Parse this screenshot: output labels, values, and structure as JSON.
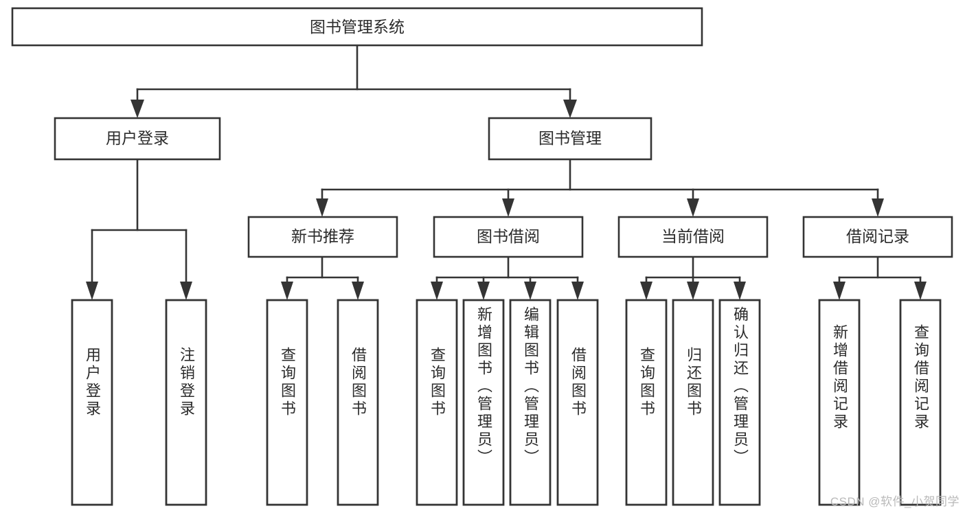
{
  "diagram": {
    "type": "tree-hierarchy",
    "title": "图书管理系统",
    "root": {
      "id": "root",
      "label": "图书管理系统",
      "orientation": "horizontal"
    },
    "level2": [
      {
        "id": "user-login",
        "label": "用户登录",
        "orientation": "horizontal"
      },
      {
        "id": "book-manage",
        "label": "图书管理",
        "orientation": "horizontal"
      }
    ],
    "level3": [
      {
        "id": "new-book-recommend",
        "label": "新书推荐",
        "orientation": "horizontal",
        "parent": "book-manage"
      },
      {
        "id": "book-borrow",
        "label": "图书借阅",
        "orientation": "horizontal",
        "parent": "book-manage"
      },
      {
        "id": "current-borrow",
        "label": "当前借阅",
        "orientation": "horizontal",
        "parent": "book-manage"
      },
      {
        "id": "borrow-record",
        "label": "借阅记录",
        "orientation": "horizontal",
        "parent": "book-manage"
      }
    ],
    "leaves": [
      {
        "id": "leaf-user-login",
        "label": "用户登录",
        "orientation": "vertical",
        "parent": "user-login"
      },
      {
        "id": "leaf-logout-login",
        "label": "注销登录",
        "orientation": "vertical",
        "parent": "user-login"
      },
      {
        "id": "leaf-query-book-1",
        "label": "查询图书",
        "orientation": "vertical",
        "parent": "new-book-recommend"
      },
      {
        "id": "leaf-borrow-book-1",
        "label": "借阅图书",
        "orientation": "vertical",
        "parent": "new-book-recommend"
      },
      {
        "id": "leaf-query-book-2",
        "label": "查询图书",
        "orientation": "vertical",
        "parent": "book-borrow"
      },
      {
        "id": "leaf-add-book",
        "label": "新增图书（管理员）",
        "orientation": "vertical",
        "parent": "book-borrow"
      },
      {
        "id": "leaf-edit-book",
        "label": "编辑图书（管理员）",
        "orientation": "vertical",
        "parent": "book-borrow"
      },
      {
        "id": "leaf-borrow-book-2",
        "label": "借阅图书",
        "orientation": "vertical",
        "parent": "book-borrow"
      },
      {
        "id": "leaf-query-book-3",
        "label": "查询图书",
        "orientation": "vertical",
        "parent": "current-borrow"
      },
      {
        "id": "leaf-return-book",
        "label": "归还图书",
        "orientation": "vertical",
        "parent": "current-borrow"
      },
      {
        "id": "leaf-confirm-return",
        "label": "确认归还（管理员）",
        "orientation": "vertical",
        "parent": "current-borrow"
      },
      {
        "id": "leaf-add-record",
        "label": "新增借阅记录",
        "orientation": "vertical",
        "parent": "borrow-record"
      },
      {
        "id": "leaf-query-record",
        "label": "查询借阅记录",
        "orientation": "vertical",
        "parent": "borrow-record"
      }
    ]
  },
  "watermark": {
    "text": "CSDN @软件_小贺同学"
  },
  "colors": {
    "stroke": "#343434",
    "box_fill": "#ffffff",
    "text": "#2b2b2b",
    "watermark": "#b9b9b9",
    "background": "#ffffff"
  }
}
